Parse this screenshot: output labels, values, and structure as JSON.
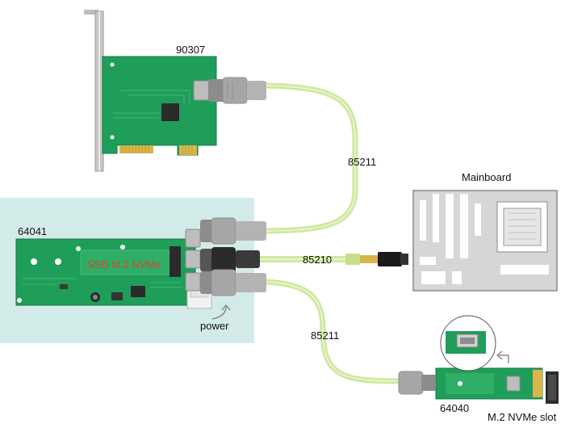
{
  "labels": {
    "card_top": "90307",
    "card_main": "64041",
    "mainboard": "Mainboard",
    "cable_top": "85211",
    "cable_mid": "85210",
    "cable_bottom": "85211",
    "power": "power",
    "adapter": "64040",
    "m2_slot": "M.2 NVMe slot",
    "ssd": "SSD M.2 NVMe"
  },
  "colors": {
    "pcb_green": "#1f9e5a",
    "pcb_dark": "#14784a",
    "panel_teal": "#d3ebe8",
    "cable_green": "#cfe8a0",
    "connector_gray": "#a6a6a6",
    "mainboard_gray": "#c8c8c8",
    "ssd_red": "#e04030",
    "gold": "#d9b54a"
  }
}
